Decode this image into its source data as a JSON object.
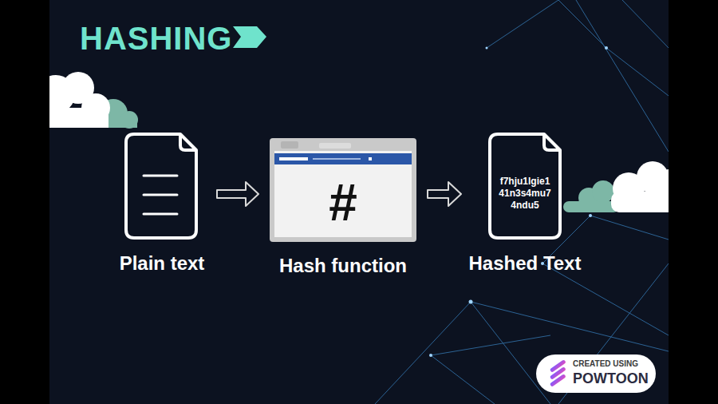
{
  "diagram": {
    "title": "HASHING",
    "nodes": [
      {
        "text": [
          "Plain text"
        ]
      },
      {
        "text": [
          "#",
          "Hash function"
        ]
      },
      {
        "text": [
          "f7hju1lgie1 41n3s4mu7 4ndu5",
          "Hashed Text"
        ]
      }
    ],
    "edges": [
      {
        "from": 0,
        "to": 1,
        "arrow": "to"
      },
      {
        "from": 1,
        "to": 2,
        "arrow": "to"
      }
    ],
    "labels": [
      "CREATED USING",
      "POWTOON"
    ]
  }
}
